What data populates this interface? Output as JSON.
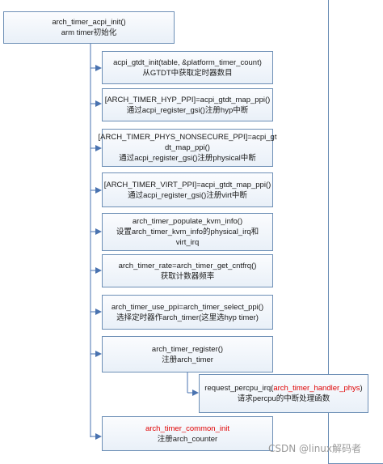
{
  "nodes": {
    "root": {
      "line1": "arch_timer_acpi_init()",
      "line2": "arm timer初始化"
    },
    "gtdt": {
      "line1": "acpi_gtdt_init(table, &platform_timer_count)",
      "line2": "从GTDT中获取定时器数目"
    },
    "hyp": {
      "line1": "[ARCH_TIMER_HYP_PPI]=acpi_gtdt_map_ppi()",
      "line2": "通过acpi_register_gsi()注册hyp中断"
    },
    "phys": {
      "line1": "[ARCH_TIMER_PHYS_NONSECURE_PPI]=acpi_gt",
      "line2": "dt_map_ppi()",
      "line3": "通过acpi_register_gsi()注册physical中断"
    },
    "virt": {
      "line1": "[ARCH_TIMER_VIRT_PPI]=acpi_gtdt_map_ppi()",
      "line2": "通过acpi_register_gsi()注册virt中断"
    },
    "kvm": {
      "line1": "arch_timer_populate_kvm_info()",
      "line2": "设置arch_timer_kvm_info的physical_irq和",
      "line3": "virt_irq"
    },
    "rate": {
      "line1": "arch_timer_rate=arch_timer_get_cntfrq()",
      "line2": "获取计数器频率"
    },
    "select": {
      "line1": "arch_timer_use_ppi=arch_timer_select_ppi()",
      "line2": "选择定时器作arch_timer(这里选hyp timer)"
    },
    "register": {
      "line1": "arch_timer_register()",
      "line2": "注册arch_timer"
    },
    "percpu": {
      "line1a": "request_percpu_irq(",
      "line1b": "arch_timer_handler_phys",
      "line1c": ")",
      "line2": "请求percpu的中断处理函数"
    },
    "common": {
      "line1": "arch_timer_common_init",
      "line2": "注册arch_counter"
    }
  },
  "watermark": "CSDN @linux解码者",
  "colors": {
    "box_border": "#6d8fb6",
    "line": "#4a73b0",
    "highlight": "#e00000"
  }
}
